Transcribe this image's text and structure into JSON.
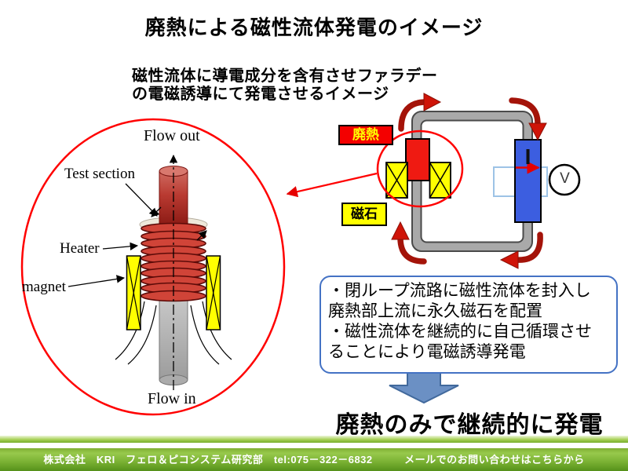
{
  "slide": {
    "title": "廃熱による磁性流体発電のイメージ",
    "subtitle_line1": "磁性流体に導電成分を含有させファラデー",
    "subtitle_line2": "の電磁誘導にて発電させるイメージ",
    "conclusion": "廃熱のみで継続的に発電"
  },
  "apparatus": {
    "flow_out": "Flow out",
    "test_section": "Test section",
    "heater": "Heater",
    "magnet": "magnet",
    "flow_in": "Flow in"
  },
  "circuit": {
    "waste_heat_label": "廃熱",
    "magnet_label": "磁石",
    "current_label": "I",
    "voltmeter_label": "V"
  },
  "notes": {
    "lines": [
      "・閉ループ流路に磁性流体を封入し",
      "廃熱部上流に永久磁石を配置",
      "・磁性流体を継続的に自己循環させ",
      "ることにより電磁誘導発電"
    ]
  },
  "footer": {
    "text": "株式会社　KRI　フェロ＆ピコシステム研究部　tel:075－322－6832　　　メールでのお問い合わせはこちらから"
  },
  "colors": {
    "highlight_red": "#f40000",
    "magnet_yellow": "#ffff00",
    "loop_gray": "#a9a9a9",
    "induction_blue": "#3c5ee0",
    "note_border_blue": "#4472c4",
    "flow_arrow_darkred": "#a41309",
    "footer_green": "#7ab133"
  }
}
